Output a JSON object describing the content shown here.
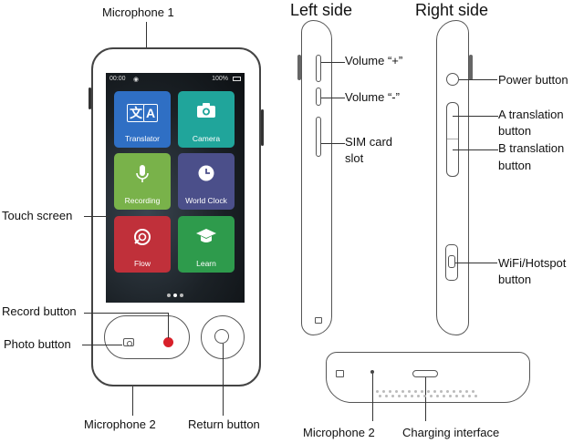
{
  "headings": {
    "left_side": "Left side",
    "right_side": "Right side"
  },
  "labels": {
    "microphone_1": "Microphone 1",
    "touch_screen": "Touch screen",
    "record_button": "Record button",
    "photo_button": "Photo button",
    "microphone_2_front": "Microphone 2",
    "return_button": "Return button",
    "volume_plus": "Volume “+”",
    "volume_minus": "Volume “-”",
    "sim_line1": "SIM card",
    "sim_line2": "slot",
    "power_button": "Power button",
    "a_trans_line1": "A translation",
    "a_trans_line2": "button",
    "b_trans_line1": "B translation",
    "b_trans_line2": "button",
    "wifi_line1": "WiFi/Hotspot",
    "wifi_line2": "button",
    "microphone_2_bottom": "Microphone 2",
    "charging_interface": "Charging interface"
  },
  "screen": {
    "status_time": "00:00",
    "status_battery": "100%",
    "apps": [
      {
        "label": "Translator",
        "color": "#2f6fc4",
        "icon": "translate-icon",
        "glyph": "文A"
      },
      {
        "label": "Camera",
        "color": "#20a59b",
        "icon": "camera-icon",
        "glyph": "◉"
      },
      {
        "label": "Recording",
        "color": "#79b24a",
        "icon": "microphone-icon",
        "glyph": "🎙"
      },
      {
        "label": "World Clock",
        "color": "#4b4f8a",
        "icon": "clock-icon",
        "glyph": "◷"
      },
      {
        "label": "Flow",
        "color": "#c0303a",
        "icon": "flow-icon",
        "glyph": "⟳"
      },
      {
        "label": "Learn",
        "color": "#2e9b4c",
        "icon": "graduation-cap-icon",
        "glyph": "⌂"
      }
    ]
  },
  "colors": {
    "record_dot": "#d8202a"
  }
}
